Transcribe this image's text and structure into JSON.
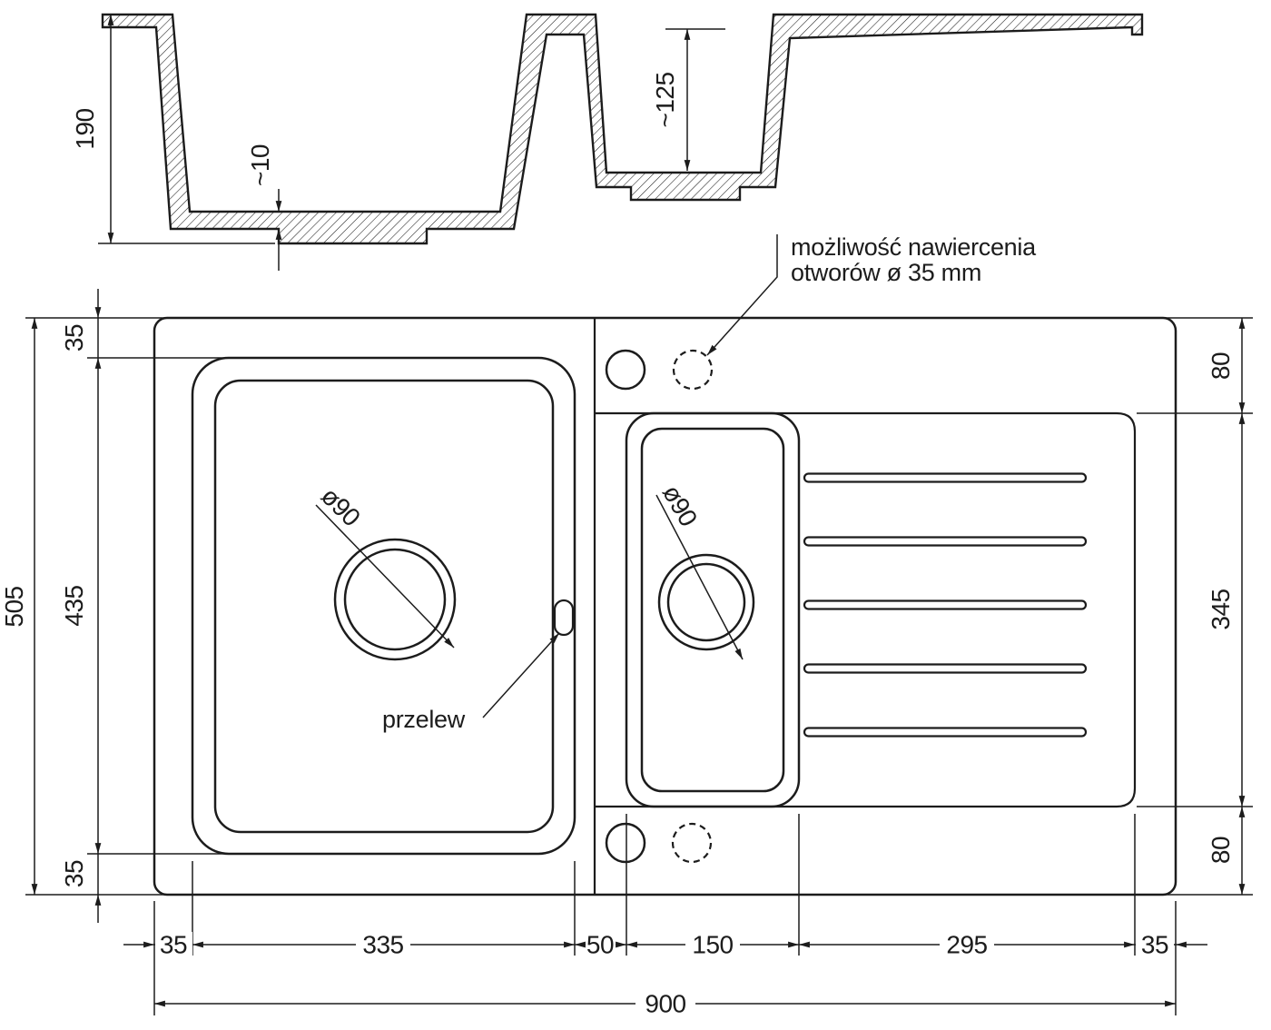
{
  "section_view": {
    "depth_main": "190",
    "base_thickness": "~10",
    "depth_small": "~125"
  },
  "plan_view": {
    "overall_width": "900",
    "overall_depth": "505",
    "margin_top": "35",
    "main_bowl_length": "435",
    "margin_bottom": "35",
    "deck_top": "80",
    "drain_area_depth": "345",
    "deck_bottom": "80",
    "margin_left": "35",
    "main_bowl_width": "335",
    "bowl_gap": "50",
    "small_bowl_width": "150",
    "drainboard_width": "295",
    "margin_right": "35",
    "main_drain_diameter": "ø90",
    "small_drain_diameter": "ø90",
    "overflow": "przelew"
  },
  "note": {
    "line1": "możliwość nawiercenia",
    "line2": "otworów ø 35 mm"
  },
  "colors": {
    "line": "#1c1c1c",
    "background": "#ffffff"
  }
}
